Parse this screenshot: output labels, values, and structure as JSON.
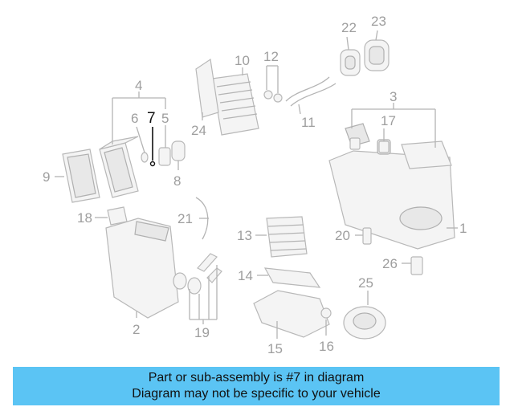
{
  "diagram": {
    "callouts": [
      "1",
      "2",
      "3",
      "4",
      "5",
      "6",
      "7",
      "8",
      "9",
      "10",
      "11",
      "12",
      "13",
      "14",
      "15",
      "16",
      "17",
      "18",
      "19",
      "20",
      "21",
      "22",
      "23",
      "24",
      "25",
      "26"
    ],
    "highlighted": "7"
  },
  "banner": {
    "line1": "Part or sub-assembly is #7 in diagram",
    "line2": "Diagram may not be specific to your vehicle",
    "color": "#5bc4f4"
  }
}
